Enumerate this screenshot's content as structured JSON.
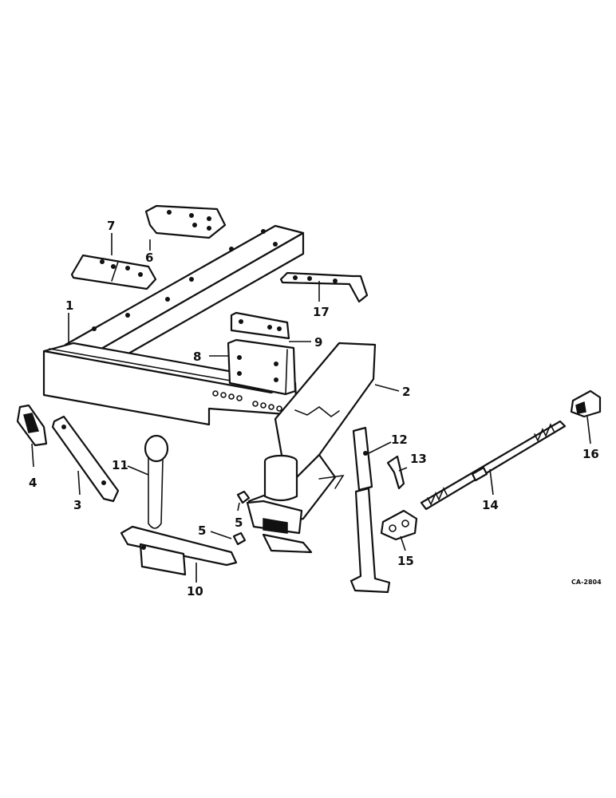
{
  "diagram": {
    "drawing_number": "CA-2804",
    "callouts": [
      "1",
      "2",
      "3",
      "4",
      "5",
      "5",
      "6",
      "7",
      "8",
      "9",
      "10",
      "11",
      "12",
      "13",
      "14",
      "15",
      "16",
      "17"
    ]
  }
}
